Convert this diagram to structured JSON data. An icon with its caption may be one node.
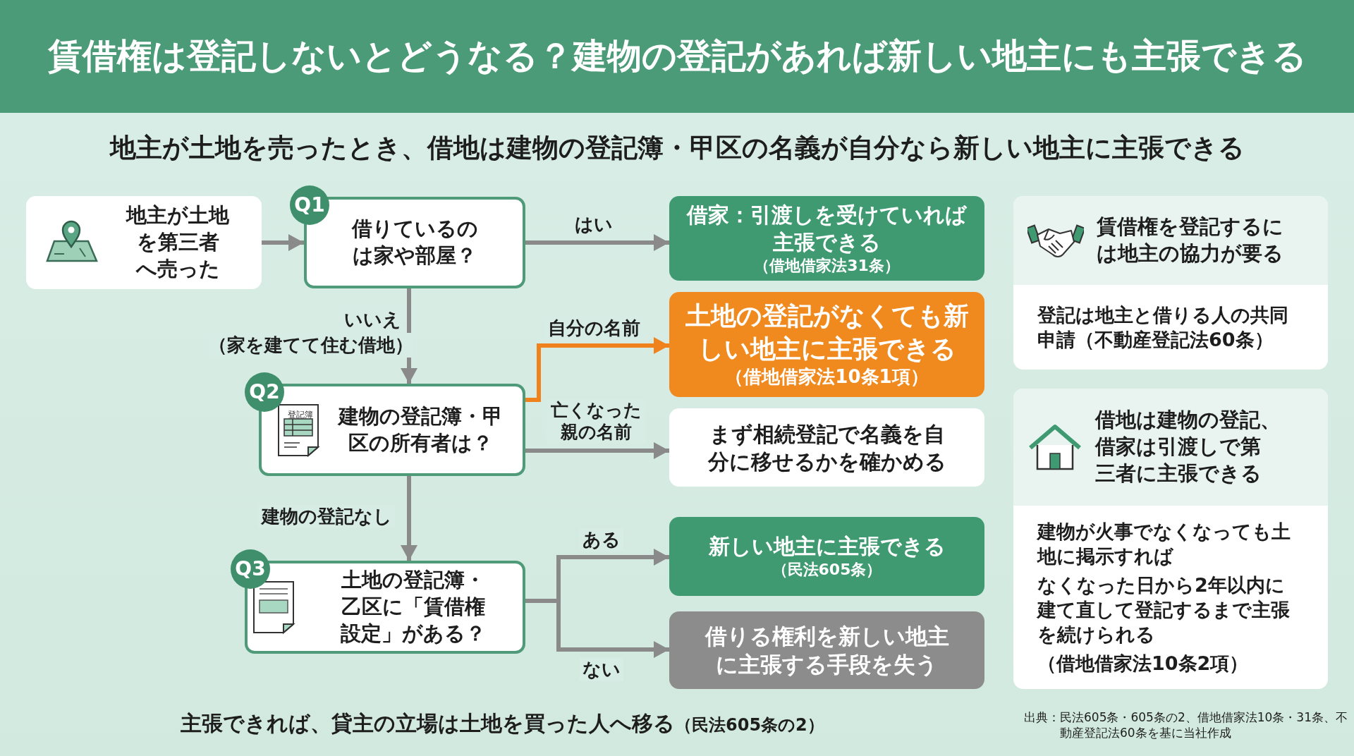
{
  "diagram": {
    "title": "賃借権は登記しないとどうなる？建物の登記があれば新しい地主にも主張できる",
    "nodes": [
      {
        "text": [
          "地主が土地を第三者へ売った"
        ]
      },
      {
        "text": [
          "Q1",
          "借りているのは家や部屋？"
        ]
      },
      {
        "text": [
          "借家：引渡しを受けていれば主張できる",
          "（借地借家法31条）"
        ]
      },
      {
        "text": [
          "Q2",
          "建物の登記簿・甲区の所有者は？"
        ]
      },
      {
        "text": [
          "土地の登記がなくても新しい地主に主張できる",
          "（借地借家法10条1項）"
        ]
      },
      {
        "text": [
          "まず相続登記で名義を自分に移せるかを確かめる"
        ]
      },
      {
        "text": [
          "Q3",
          "土地の登記簿・乙区に「賃借権設定」がある？"
        ]
      },
      {
        "text": [
          "新しい地主に主張できる",
          "（民法605条）"
        ]
      },
      {
        "text": [
          "借りる権利を新しい地主に主張する手段を失う"
        ]
      },
      {
        "text": [
          "賃借権を登記するには地主の協力が要る",
          "登記は地主と借りる人の共同申請（不動産登記法60条）"
        ]
      },
      {
        "text": [
          "借地は建物の登記、借家は引渡しで第三者に主張できる",
          "建物が火事でなくなっても土地に掲示すれば",
          "なくなった日から2年以内に建て直して登記するまで主張を続けられる",
          "（借地借家法10条2項）"
        ]
      }
    ],
    "edges": [
      {
        "from": 0,
        "to": 1,
        "arrow": "to"
      },
      {
        "from": 1,
        "to": 2,
        "arrow": "to",
        "label": "はい"
      },
      {
        "from": 1,
        "to": 3,
        "arrow": "to",
        "label": "いいえ"
      },
      {
        "from": 3,
        "to": 4,
        "arrow": "to",
        "label": "自分の名前",
        "color": "#f0821e"
      },
      {
        "from": 3,
        "to": 5,
        "arrow": "to",
        "label": "亡くなった親の名前"
      },
      {
        "from": 3,
        "to": 6,
        "arrow": "to",
        "label": "建物の登記なし"
      },
      {
        "from": 6,
        "to": 7,
        "arrow": "to",
        "label": "ある"
      },
      {
        "from": 6,
        "to": 8,
        "arrow": "to",
        "label": "ない"
      }
    ],
    "labels": [
      "地主が土地を売ったとき、借地は建物の登記簿・甲区の名義が自分なら新しい地主に主張できる",
      "（家を建てて住む借地）",
      "登記簿",
      "主張できれば、貸主の立場は土地を買った人へ移る",
      "（民法605条の2）",
      "出典：民法605条・605条の2、借地借家法10条・31条、不動産登記法60条を基に当社作成"
    ]
  }
}
